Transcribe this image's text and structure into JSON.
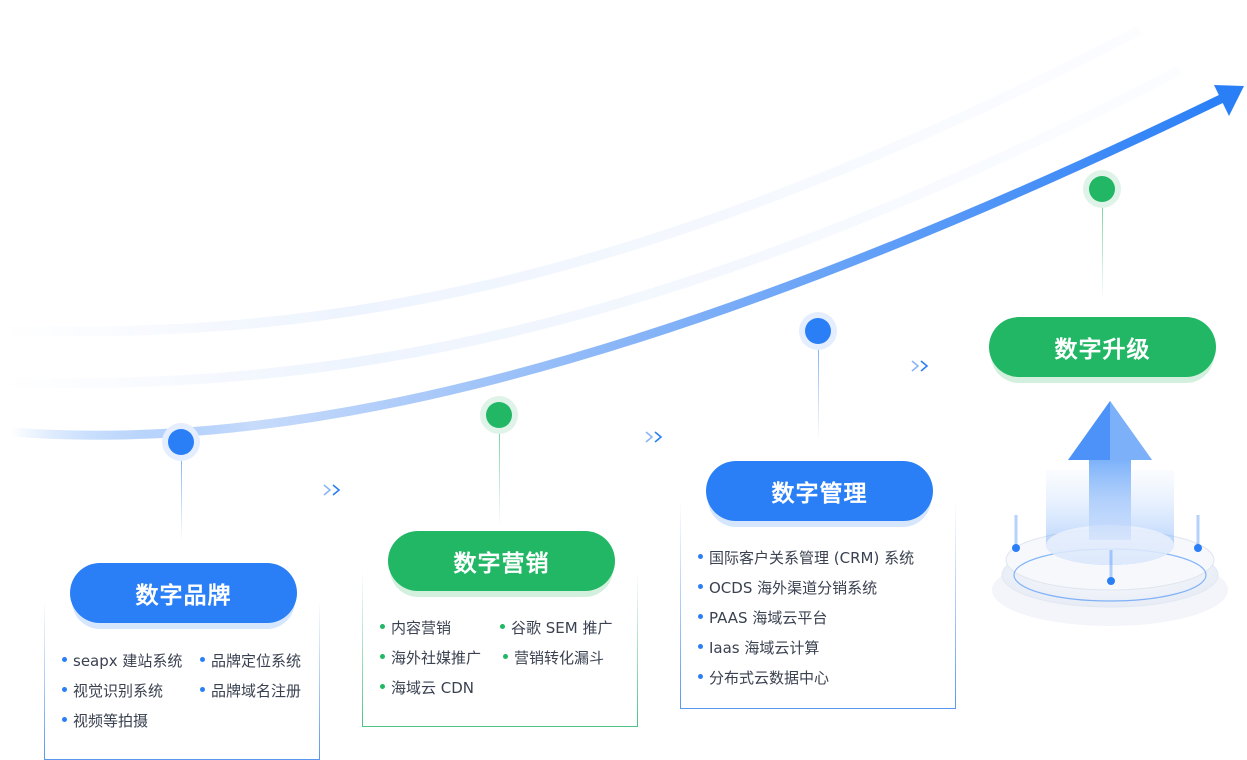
{
  "colors": {
    "blue": "#2a7ff7",
    "green": "#21b765",
    "line_light": "#c9dcfb"
  },
  "stages": [
    {
      "title": "数字品牌",
      "color": "blue",
      "items": [
        "seapx 建站系统",
        "品牌定位系统",
        "视觉识别系统",
        "品牌域名注册",
        "视频等拍摄"
      ]
    },
    {
      "title": "数字营销",
      "color": "green",
      "items": [
        "内容营销",
        "谷歌 SEM 推广",
        "海外社媒推广",
        "营销转化漏斗",
        "海域云 CDN"
      ]
    },
    {
      "title": "数字管理",
      "color": "blue",
      "items": [
        "国际客户关系管理 (CRM) 系统",
        "OCDS 海外渠道分销系统",
        "PAAS 海域云平台",
        "Iaas 海域云计算",
        "分布式云数据中心"
      ]
    },
    {
      "title": "数字升级",
      "color": "green",
      "icon": "upgrade-arrow-platform-icon"
    }
  ],
  "connector_icon": "double-chevron-right-icon"
}
